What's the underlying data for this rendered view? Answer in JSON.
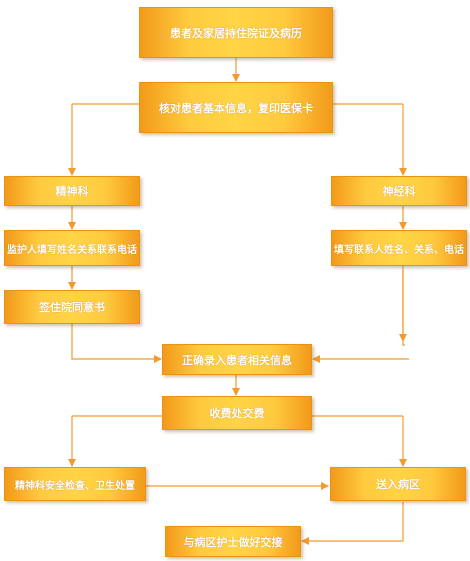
{
  "flowchart": {
    "steps": {
      "hospital_docs": "患者及家居持住院证及病历",
      "verify_info": "核对患者基本信息，复印医保卡",
      "psychiatry": "精神科",
      "neurology": "神经科",
      "psych_guardian_info": "监护人填写姓名关系联系电话",
      "neuro_contact_info": "填写联系人姓名、关系、电话",
      "consent_form": "签住院同意书",
      "enter_patient_info": "正确录入患者相关信息",
      "collect_fees": "收费处交费",
      "safety_check": "精神科安全检查、卫生处置",
      "send_to_ward": "送入病区",
      "handover_nurse": "与病区护士做好交接"
    }
  },
  "colors": {
    "arrow": "#f29a2e",
    "box_edge": "#f29a1a",
    "box_center": "#ffd445"
  }
}
